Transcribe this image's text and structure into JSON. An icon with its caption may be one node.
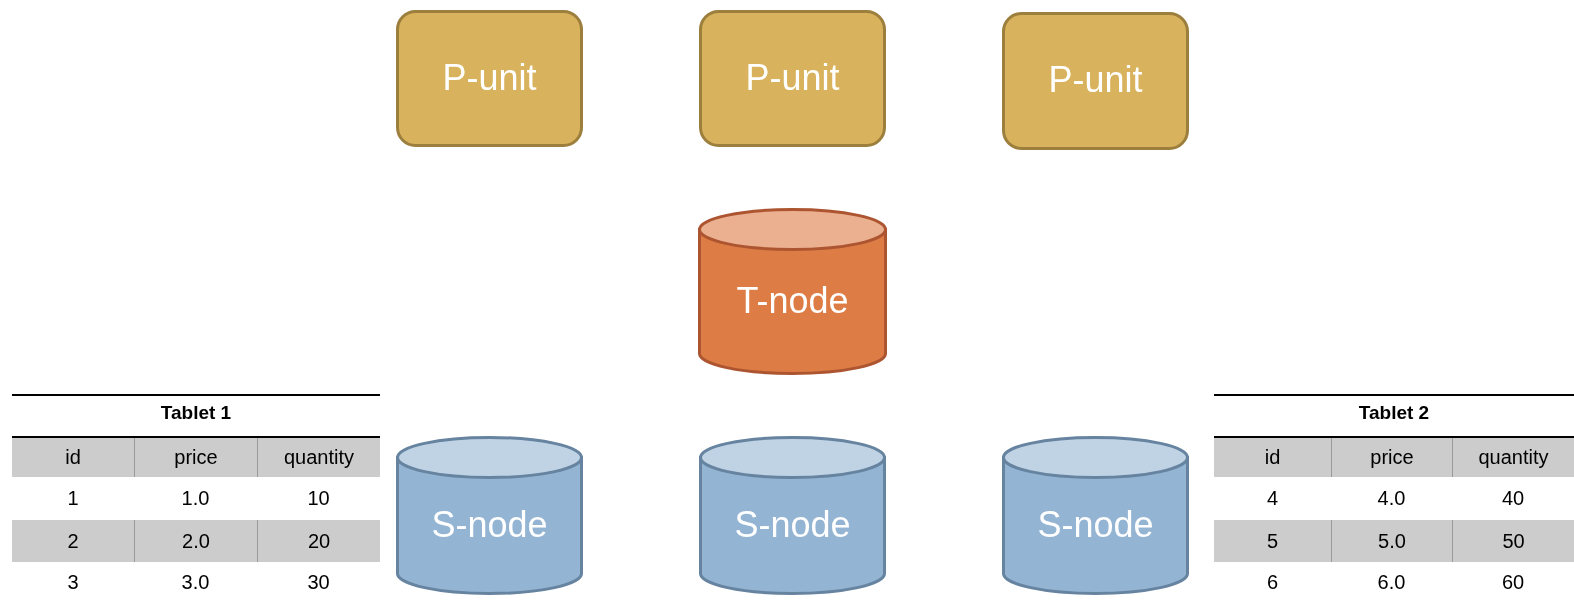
{
  "diagram": {
    "nodes": [
      {
        "text": [
          "P-unit"
        ]
      },
      {
        "text": [
          "P-unit"
        ]
      },
      {
        "text": [
          "P-unit"
        ]
      },
      {
        "text": [
          "T-node"
        ]
      },
      {
        "text": [
          "S-node"
        ]
      },
      {
        "text": [
          "S-node"
        ]
      },
      {
        "text": [
          "S-node"
        ]
      }
    ],
    "labels": [
      "Tablet 1",
      "id",
      "price",
      "quantity",
      "1",
      "1.0",
      "10",
      "2",
      "2.0",
      "20",
      "3",
      "3.0",
      "30",
      "Tablet 2",
      "id",
      "price",
      "quantity",
      "4",
      "4.0",
      "40",
      "5",
      "5.0",
      "50",
      "6",
      "6.0",
      "60"
    ]
  }
}
